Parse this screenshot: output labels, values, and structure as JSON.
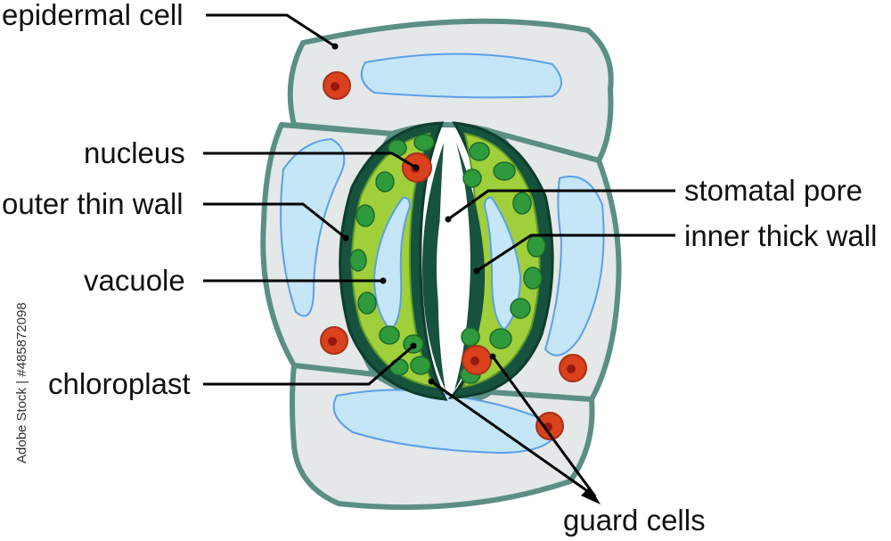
{
  "labels": {
    "epidermal_cell": "epidermal cell",
    "nucleus": "nucleus",
    "outer_thin_wall": "outer thin wall",
    "vacuole": "vacuole",
    "chloroplast": "chloroplast",
    "stomatal_pore": "stomatal pore",
    "inner_thick_wall": "inner thick wall",
    "guard_cells": "guard  cells"
  },
  "watermark": {
    "stock_id": "Adobe Stock | #485872098"
  },
  "colors": {
    "epidermal_fill": "#e4e8e8",
    "epidermal_wall": "#5b8f84",
    "vacuole_fill": "#c4e6f6",
    "vacuole_edge": "#5b9fe8",
    "guard_wall": "#16523d",
    "cytoplasm": "#9fcf3a",
    "chloroplast": "#2e9a3c",
    "nucleus": "#d9421d"
  }
}
